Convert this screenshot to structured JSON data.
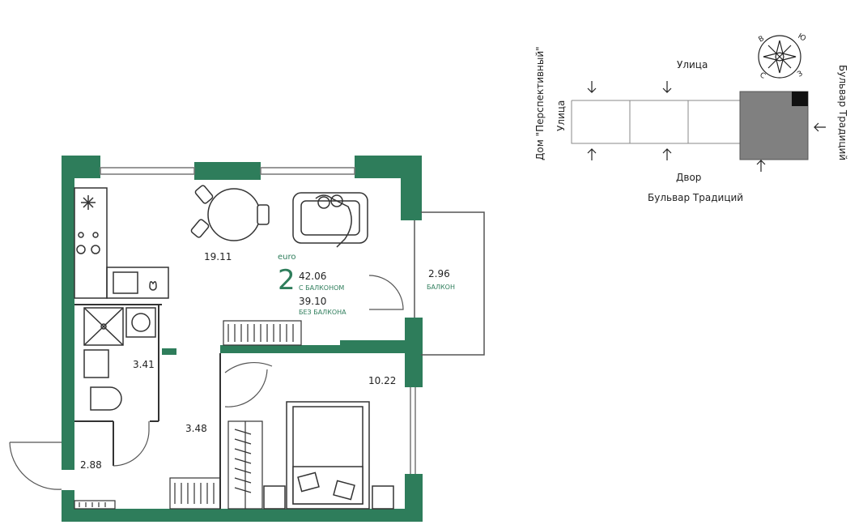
{
  "apartment": {
    "type_label": "euro",
    "rooms": "2",
    "area_with_balcony": "42.06",
    "with_balcony_caption": "С БАЛКОНОМ",
    "area_without_balcony": "39.10",
    "without_balcony_caption": "БЕЗ БАЛКОНА"
  },
  "rooms": {
    "living": "19.11",
    "balcony": "2.96",
    "balcony_caption": "БАЛКОН",
    "bathroom": "3.41",
    "corridor": "3.48",
    "hall": "2.88",
    "bedroom": "10.22"
  },
  "site_plan": {
    "top_street": "Улица",
    "left_street": "Улица",
    "left_building": "Дом \"Перспективный\"",
    "right_boulevard": "Бульвар Традиций",
    "courtyard": "Двор",
    "bottom_boulevard": "Бульвар Традиций",
    "compass": {
      "n": "С",
      "s": "Ю",
      "e": "В",
      "w": "З"
    }
  },
  "colors": {
    "wall": "#2e7d5b",
    "accent_text": "#2e7d5b",
    "highlight_section": "#808080",
    "line": "#333333"
  }
}
